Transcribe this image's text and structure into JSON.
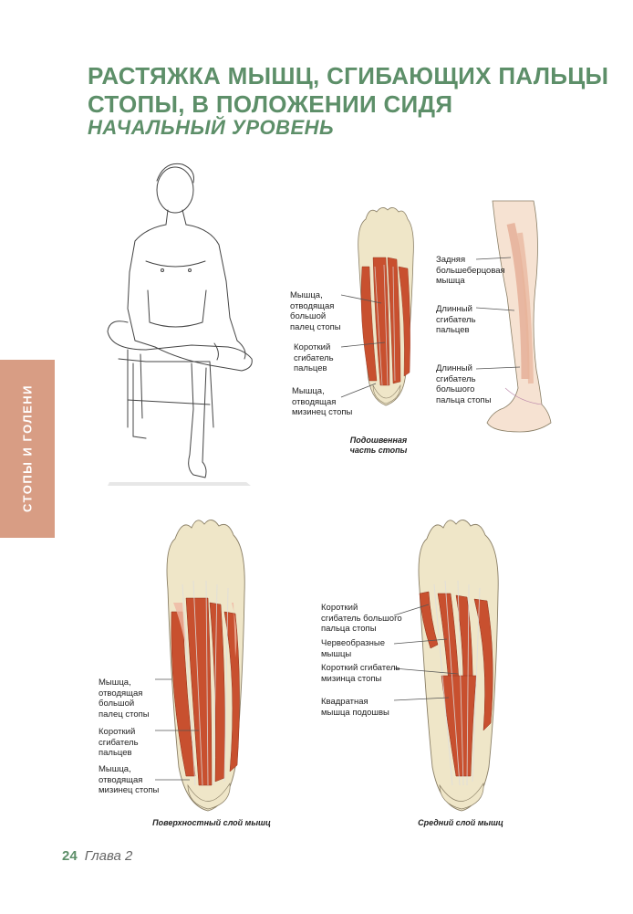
{
  "title": {
    "line1": "РАСТЯЖКА МЫШЦ, СГИБАЮЩИХ ПАЛЬЦЫ",
    "line2": "СТОПЫ, В ПОЛОЖЕНИИ СИДЯ"
  },
  "subtitle": "НАЧАЛЬНЫЙ УРОВЕНЬ",
  "side_tab": "СТОПЫ И ГОЛЕНИ",
  "plantar": {
    "labels": [
      [
        "Мышца,",
        "отводящая",
        "большой",
        "палец стопы"
      ],
      [
        "Короткий",
        "сгибатель",
        "пальцев"
      ],
      [
        "Мышца,",
        "отводящая",
        "мизинец стопы"
      ]
    ],
    "caption": [
      "Подошвенная",
      "часть стопы"
    ]
  },
  "leg": {
    "labels": [
      [
        "Задняя",
        "большеберцовая",
        "мышца"
      ],
      [
        "Длинный",
        "сгибатель",
        "пальцев"
      ],
      [
        "Длинный",
        "сгибатель",
        "большого",
        "пальца стопы"
      ]
    ]
  },
  "superficial": {
    "labels": [
      [
        "Мышца,",
        "отводящая",
        "большой",
        "палец стопы"
      ],
      [
        "Короткий",
        "сгибатель",
        "пальцев"
      ],
      [
        "Мышца,",
        "отводящая",
        "мизинец стопы"
      ]
    ],
    "caption": "Поверхностный слой мышц"
  },
  "middle": {
    "labels": [
      [
        "Короткий",
        "сгибатель большого",
        "пальца стопы"
      ],
      [
        "Червеобразные",
        "мышцы"
      ],
      [
        "Короткий сгибатель",
        "мизинца стопы"
      ],
      [
        "Квадратная",
        "мышца подошвы"
      ]
    ],
    "caption": "Средний слой мышц"
  },
  "footer": {
    "page": "24",
    "chapter": "Глава 2"
  },
  "colors": {
    "accent": "#5d8f69",
    "tab": "#d89d84",
    "muscle": "#c8502f",
    "bone": "#efe6c8"
  }
}
